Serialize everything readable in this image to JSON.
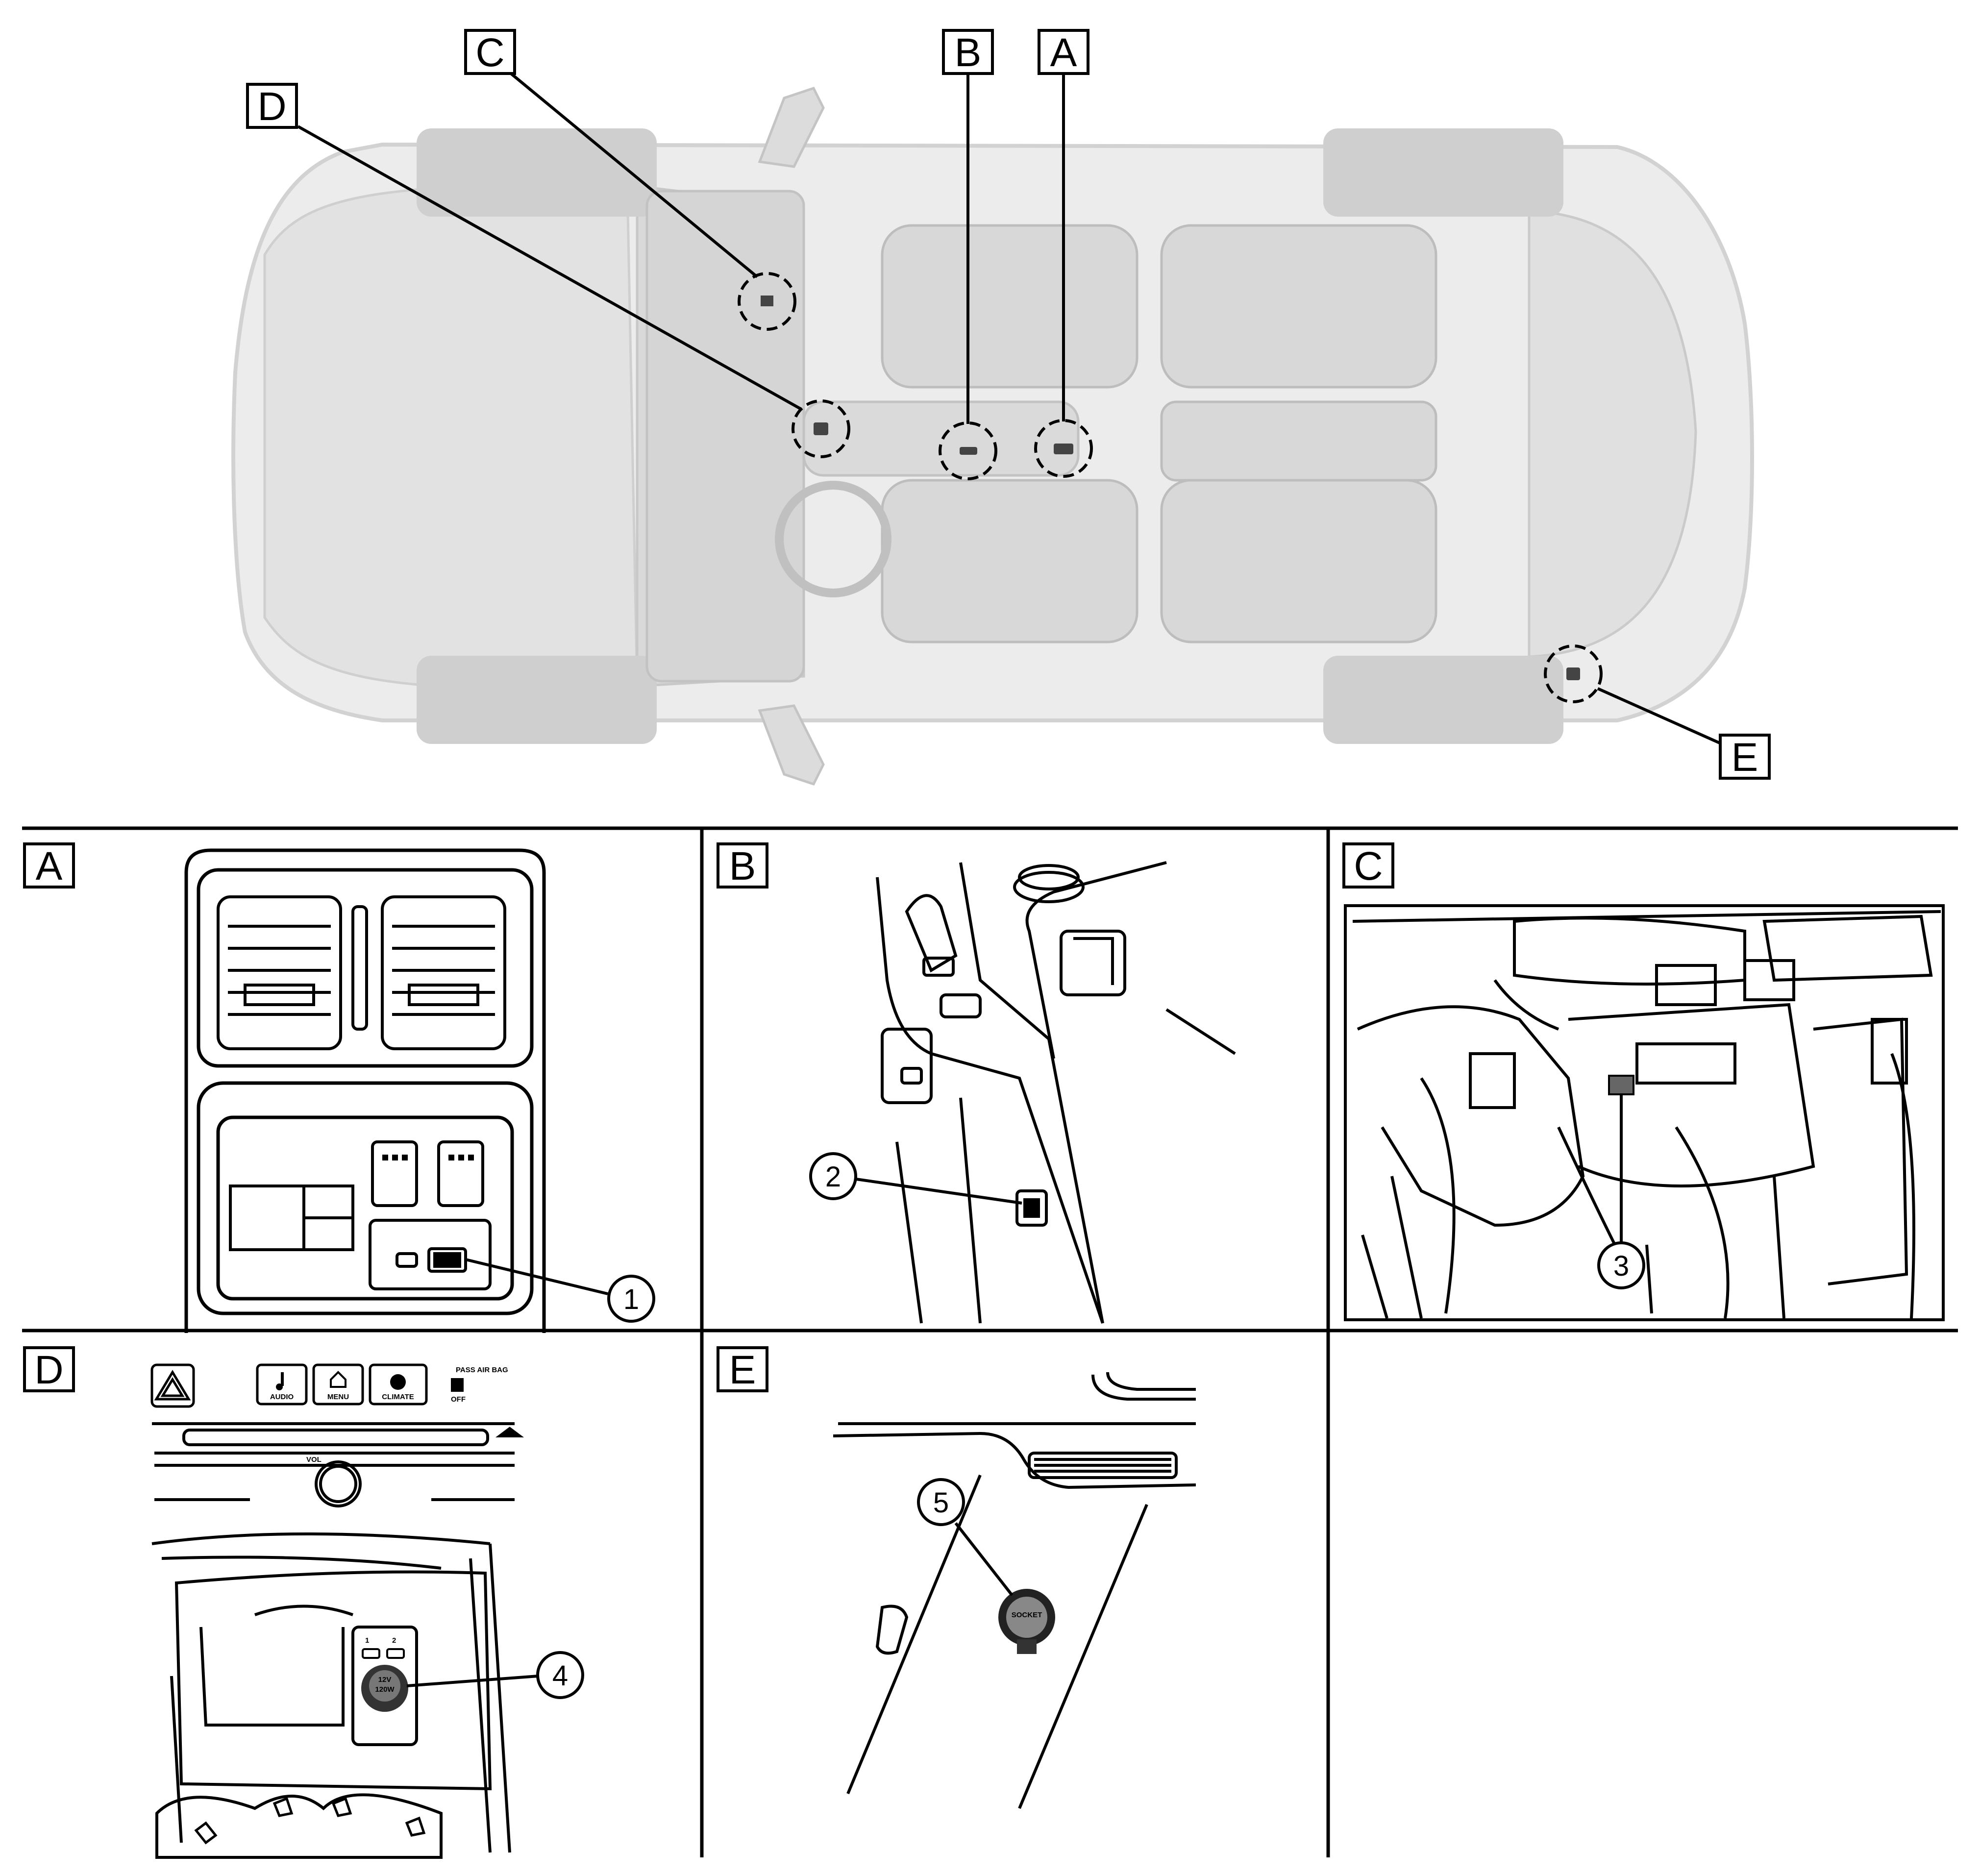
{
  "overview": {
    "callouts": [
      "A",
      "B",
      "C",
      "D",
      "E"
    ]
  },
  "panels": [
    {
      "letter": "A",
      "numbers": [
        "1"
      ]
    },
    {
      "letter": "B",
      "numbers": [
        "2"
      ]
    },
    {
      "letter": "C",
      "numbers": [
        "3"
      ]
    },
    {
      "letter": "D",
      "numbers": [
        "4"
      ],
      "texts": {
        "audio": "AUDIO",
        "menu": "MENU",
        "climate": "CLIMATE",
        "pass_air_bag": "PASS  AIR BAG",
        "off": "OFF",
        "vol": "VOL",
        "usb1": "1",
        "usb2": "2",
        "socket_v": "12V",
        "socket_w": "120W"
      }
    },
    {
      "letter": "E",
      "numbers": [
        "5"
      ],
      "texts": {
        "socket": "SOCKET"
      }
    }
  ],
  "colors": {
    "car_body": "#e9e9e9",
    "car_shadow": "#cfcfcf",
    "line": "#000000"
  }
}
